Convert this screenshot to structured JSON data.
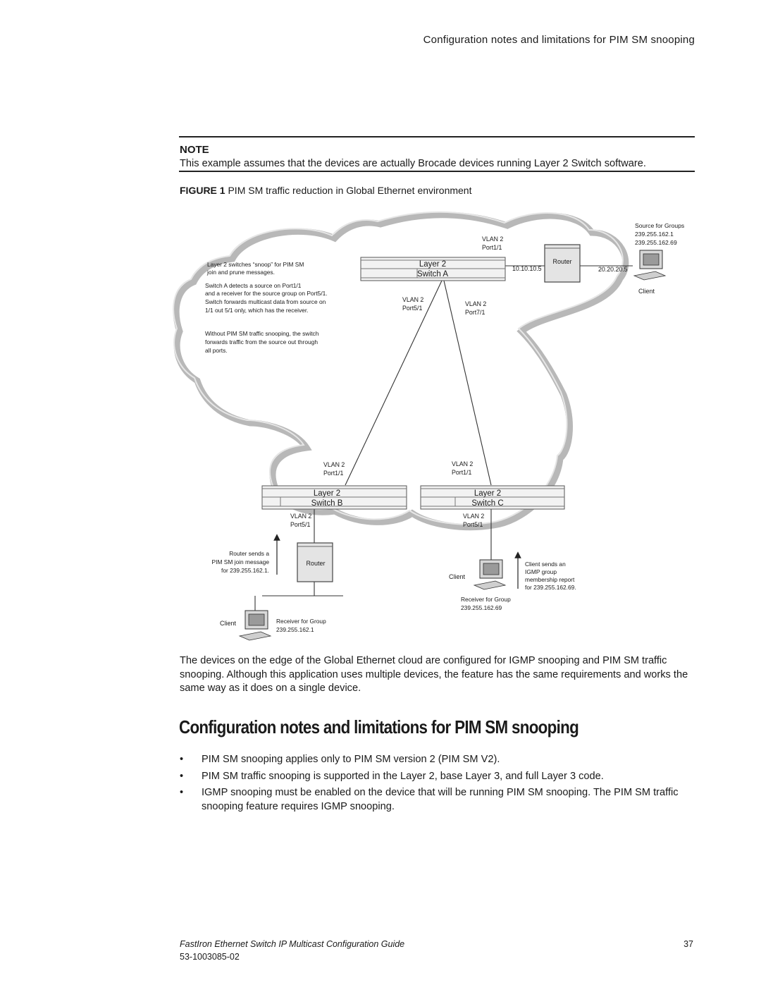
{
  "header": {
    "running_title": "Configuration notes and limitations for PIM SM snooping"
  },
  "note": {
    "label": "NOTE",
    "text": "This example assumes that the devices are actually Brocade devices running Layer 2 Switch software."
  },
  "figure": {
    "caption_number": "FIGURE 1",
    "caption_text": "PIM SM traffic reduction in Global Ethernet environment",
    "diagram": {
      "switch_a": {
        "line1": "Layer 2",
        "line2": "Switch A"
      },
      "switch_b": {
        "line1": "Layer 2",
        "line2": "Switch B"
      },
      "switch_c": {
        "line1": "Layer 2",
        "line2": "Switch C"
      },
      "router_top": "Router",
      "router_bottom": "Router",
      "a_port_top": {
        "vlan": "VLAN 2",
        "port": "Port1/1"
      },
      "a_port_left": {
        "vlan": "VLAN 2",
        "port": "Port5/1"
      },
      "a_port_right": {
        "vlan": "VLAN 2",
        "port": "Port7/1"
      },
      "b_port_top": {
        "vlan": "VLAN 2",
        "port": "Port1/1"
      },
      "b_port_bottom": {
        "vlan": "VLAN 2",
        "port": "Port5/1"
      },
      "c_port_top": {
        "vlan": "VLAN 2",
        "port": "Port1/1"
      },
      "c_port_bottom": {
        "vlan": "VLAN 2",
        "port": "Port5/1"
      },
      "ip_left": "10.10.10.5",
      "ip_right": "20.20.20.5",
      "source_groups": [
        "Source for Groups",
        "239.255.162.1",
        "239.255.162.69"
      ],
      "client_top": "Client",
      "client_c": "Client",
      "client_b": "Client",
      "annotation_1": [
        "Layer 2 switches “snoop” for PIM SM",
        "join and prune messages."
      ],
      "annotation_2": [
        "Switch A detects a source on Port1/1",
        "and a receiver for the source group on Port5/1.",
        "Switch forwards multicast data from source on",
        "1/1 out 5/1 only, which has the receiver."
      ],
      "annotation_3": [
        "Without PIM SM traffic snooping, the switch",
        "forwards traffic from the source out through",
        "all ports."
      ],
      "router_sends": [
        "Router sends a",
        "PIM SM join message",
        "for 239.255.162.1."
      ],
      "client_sends": [
        "Client sends an",
        "IGMP group",
        "membership report",
        "for 239.255.162.69."
      ],
      "receiver_c": [
        "Receiver for Group",
        "239.255.162.69"
      ],
      "receiver_b": [
        "Receiver for Group",
        "239.255.162.1"
      ]
    }
  },
  "body": {
    "paragraph": "The devices on the edge of the Global Ethernet cloud are configured for IGMP snooping and PIM SM traffic snooping. Although this application uses multiple devices, the feature has the same requirements and works the same way as it does on a single device."
  },
  "section": {
    "heading": "Configuration notes and limitations for PIM SM snooping",
    "bullet_glyph": "•",
    "bullets": [
      "PIM SM snooping applies only to PIM SM version 2 (PIM SM V2).",
      "PIM SM traffic snooping is supported in the Layer 2, base Layer 3, and full Layer 3 code.",
      "IGMP snooping must be enabled on the device that will be running PIM SM snooping. The PIM SM traffic snooping feature requires IGMP snooping."
    ]
  },
  "footer": {
    "guide_title": "FastIron Ethernet Switch IP Multicast Configuration Guide",
    "doc_number": "53-1003085-02",
    "page_number": "37"
  }
}
